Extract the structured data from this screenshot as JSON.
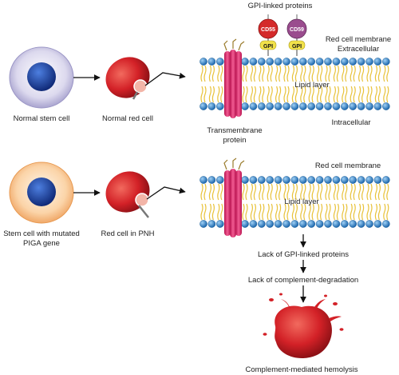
{
  "top_row": {
    "stem_cell_label": "Normal stem cell",
    "red_cell_label": "Normal red cell",
    "gpi_title": "GPI-linked proteins",
    "cd55": "CD55",
    "cd59": "CD59",
    "gpi_left": "GPI",
    "gpi_right": "GPI",
    "membrane_label": "Red cell membrane",
    "extracellular_label": "Extracellular",
    "lipid_label": "Lipid layer",
    "intracellular_label": "Intracellular",
    "transmembrane_line1": "Transmembrane",
    "transmembrane_line2": "protein"
  },
  "bottom_row": {
    "stem_cell_line1": "Stem cell with mutated",
    "stem_cell_line2": "PIGA gene",
    "red_cell_label": "Red cell in PNH",
    "membrane_label": "Red cell membrane",
    "lipid_label": "Lipid layer"
  },
  "flow": {
    "step1": "Lack of GPI-linked proteins",
    "step2": "Lack of complement-degradation",
    "result": "Complement-mediated hemolysis"
  },
  "colors": {
    "stem_outer_normal": "#b8b4d8",
    "stem_outer_mutated": "#f6b77f",
    "nucleus": "#1e3f9a",
    "red_cell": "#d8242a",
    "lipid_head": "#2e7fc3",
    "lipid_tail": "#e8c23a",
    "transmembrane": "#e23f7a",
    "cd55": "#d42a2a",
    "cd59": "#9a4c8e",
    "gpi": "#f2e24a"
  }
}
